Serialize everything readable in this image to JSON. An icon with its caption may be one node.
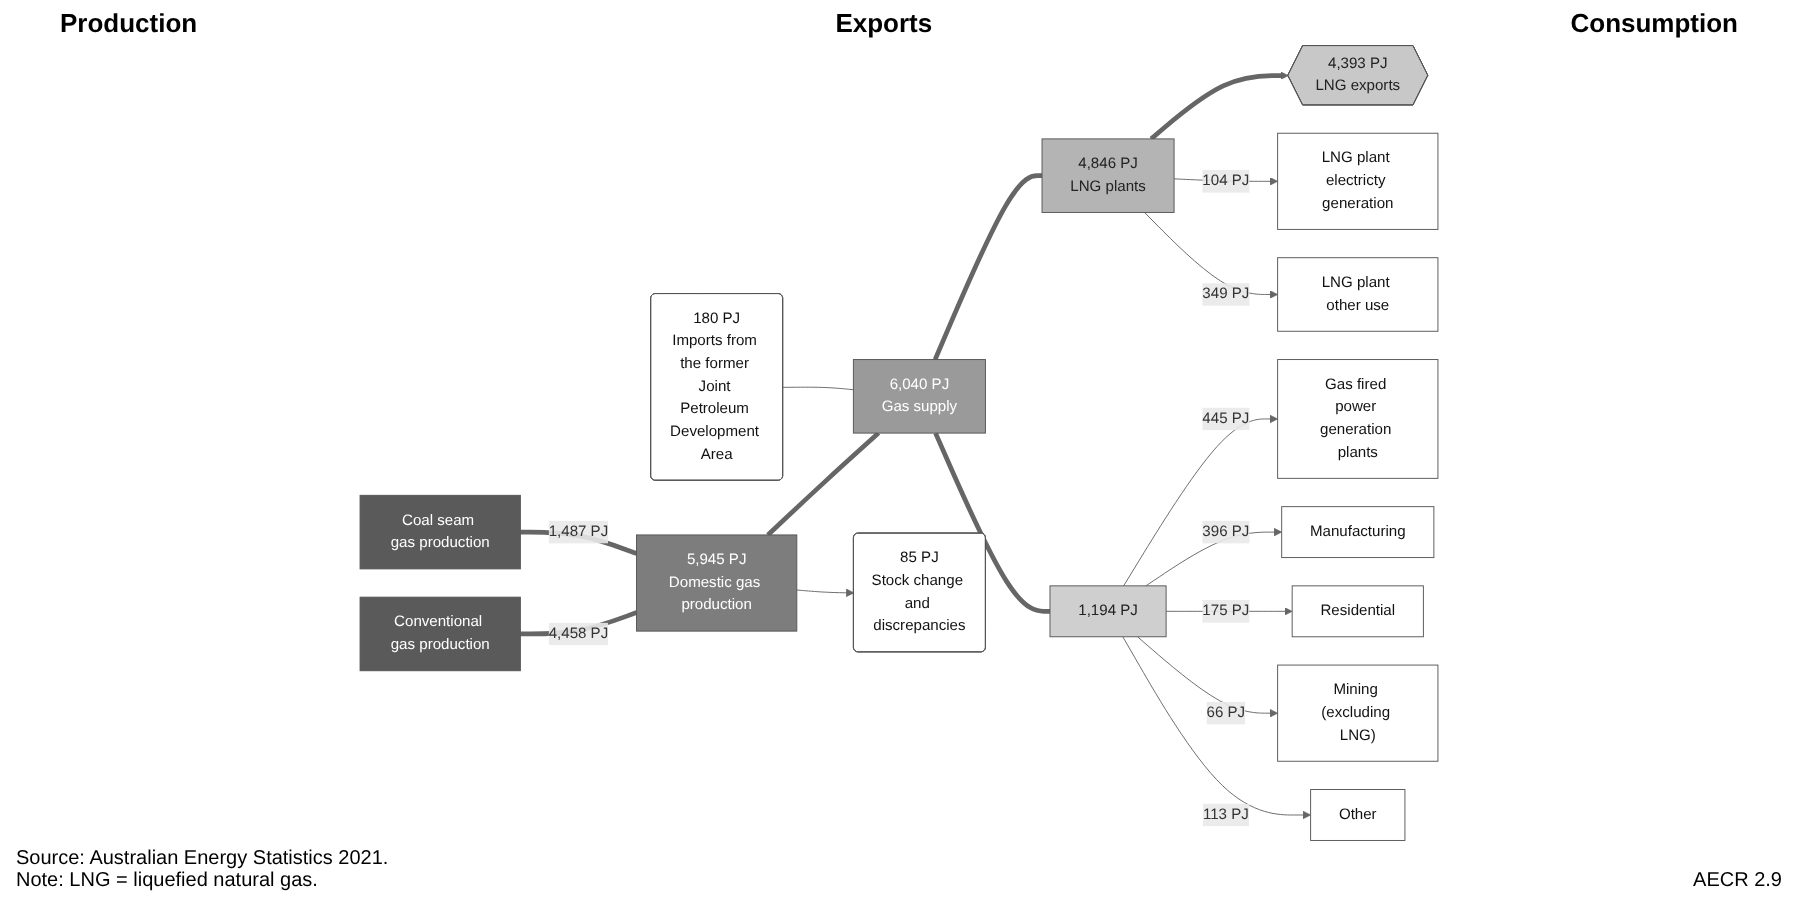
{
  "diagram": {
    "nodes": [
      {
        "text": [
          "Coal seam gas production"
        ]
      },
      {
        "text": [
          "Conventional gas production"
        ]
      },
      {
        "text": [
          "5,945 PJ",
          "Domestic gas production"
        ]
      },
      {
        "text": [
          "85 PJ",
          "Stock change and discrepancies"
        ]
      },
      {
        "text": [
          "180 PJ",
          "Imports from the former Joint Petroleum Development Area"
        ]
      },
      {
        "text": [
          "6,040 PJ",
          "Gas supply"
        ]
      },
      {
        "text": [
          "4,846 PJ",
          "LNG plants"
        ]
      },
      {
        "text": [
          "4,393 PJ",
          "LNG exports"
        ]
      },
      {
        "text": [
          "LNG plant electricty generation"
        ]
      },
      {
        "text": [
          "LNG plant other use"
        ]
      },
      {
        "text": [
          "1,194 PJ"
        ]
      },
      {
        "text": [
          "Gas fired power generation plants"
        ]
      },
      {
        "text": [
          "Manufacturing"
        ]
      },
      {
        "text": [
          "Residential"
        ]
      },
      {
        "text": [
          "Mining (excluding LNG)"
        ]
      },
      {
        "text": [
          "Other"
        ]
      }
    ],
    "edges": [
      {
        "from": 0,
        "to": 2,
        "label": "1,487 PJ",
        "arrow": "none",
        "style": "thick"
      },
      {
        "from": 1,
        "to": 2,
        "label": "4,458 PJ",
        "arrow": "none",
        "style": "thick"
      },
      {
        "from": 2,
        "to": 3,
        "arrow": "to"
      },
      {
        "from": 4,
        "to": 5,
        "arrow": "none"
      },
      {
        "from": 2,
        "to": 5,
        "arrow": "none",
        "style": "thick"
      },
      {
        "from": 5,
        "to": 6,
        "arrow": "none",
        "style": "thick"
      },
      {
        "from": 6,
        "to": 7,
        "arrow": "to",
        "style": "thick"
      },
      {
        "from": 6,
        "to": 8,
        "label": "104 PJ",
        "arrow": "to"
      },
      {
        "from": 6,
        "to": 9,
        "label": "349 PJ",
        "arrow": "to"
      },
      {
        "from": 5,
        "to": 10,
        "arrow": "none",
        "style": "thick"
      },
      {
        "from": 10,
        "to": 11,
        "label": "445 PJ",
        "arrow": "to"
      },
      {
        "from": 10,
        "to": 12,
        "label": "396 PJ",
        "arrow": "to"
      },
      {
        "from": 10,
        "to": 13,
        "label": "175 PJ",
        "arrow": "to"
      },
      {
        "from": 10,
        "to": 14,
        "label": "66 PJ",
        "arrow": "to"
      },
      {
        "from": 10,
        "to": 15,
        "label": "113 PJ",
        "arrow": "to"
      }
    ],
    "labels": [
      "Production",
      "Exports",
      "Consumption",
      "Source: Australian Energy Statistics 2021.",
      "Note: LNG = liquefied natural gas.",
      "AECR 2.9"
    ]
  }
}
